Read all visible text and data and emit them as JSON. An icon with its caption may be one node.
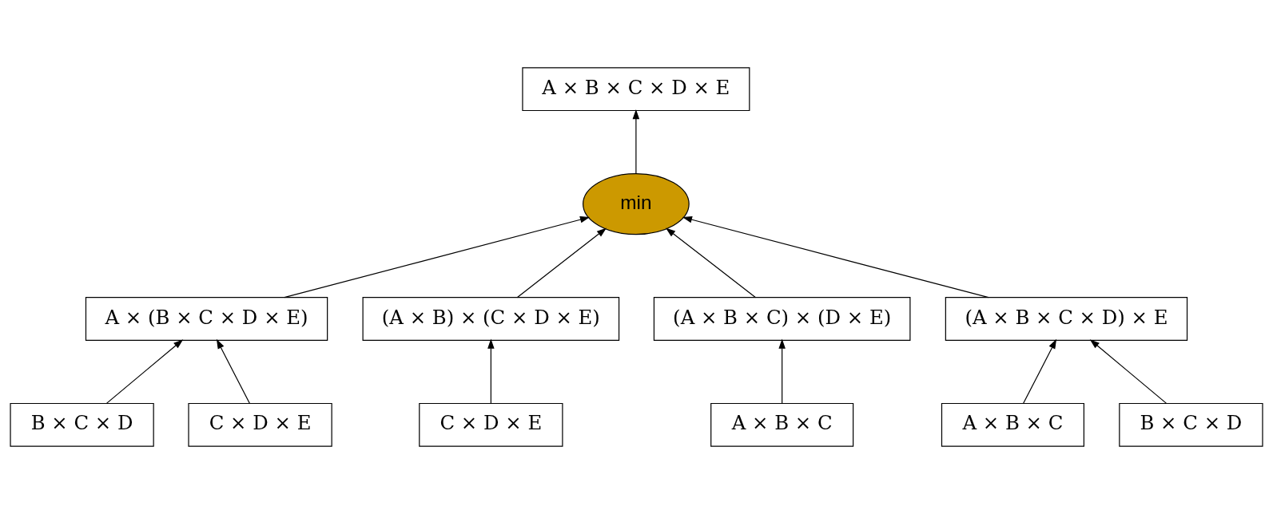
{
  "diagram": {
    "nodes": [
      {
        "text": [
          "A × B × C × D × E"
        ]
      },
      {
        "text": [
          "min"
        ]
      },
      {
        "text": [
          "A × (B × C × D × E)"
        ]
      },
      {
        "text": [
          "(A × B) × (C × D × E)"
        ]
      },
      {
        "text": [
          "(A × B × C) × (D × E)"
        ]
      },
      {
        "text": [
          "(A × B × C × D) × E"
        ]
      },
      {
        "text": [
          "B × C × D"
        ]
      },
      {
        "text": [
          "C × D × E"
        ]
      },
      {
        "text": [
          "C × D × E"
        ]
      },
      {
        "text": [
          "A × B × C"
        ]
      },
      {
        "text": [
          "A × B × C"
        ]
      },
      {
        "text": [
          "B × C × D"
        ]
      }
    ],
    "edges": [
      {
        "from": 1,
        "to": 0,
        "arrow": "to"
      },
      {
        "from": 2,
        "to": 1,
        "arrow": "to"
      },
      {
        "from": 3,
        "to": 1,
        "arrow": "to"
      },
      {
        "from": 4,
        "to": 1,
        "arrow": "to"
      },
      {
        "from": 5,
        "to": 1,
        "arrow": "to"
      },
      {
        "from": 6,
        "to": 2,
        "arrow": "to"
      },
      {
        "from": 7,
        "to": 2,
        "arrow": "to"
      },
      {
        "from": 8,
        "to": 3,
        "arrow": "to"
      },
      {
        "from": 9,
        "to": 4,
        "arrow": "to"
      },
      {
        "from": 10,
        "to": 5,
        "arrow": "to"
      },
      {
        "from": 11,
        "to": 5,
        "arrow": "to"
      }
    ]
  }
}
